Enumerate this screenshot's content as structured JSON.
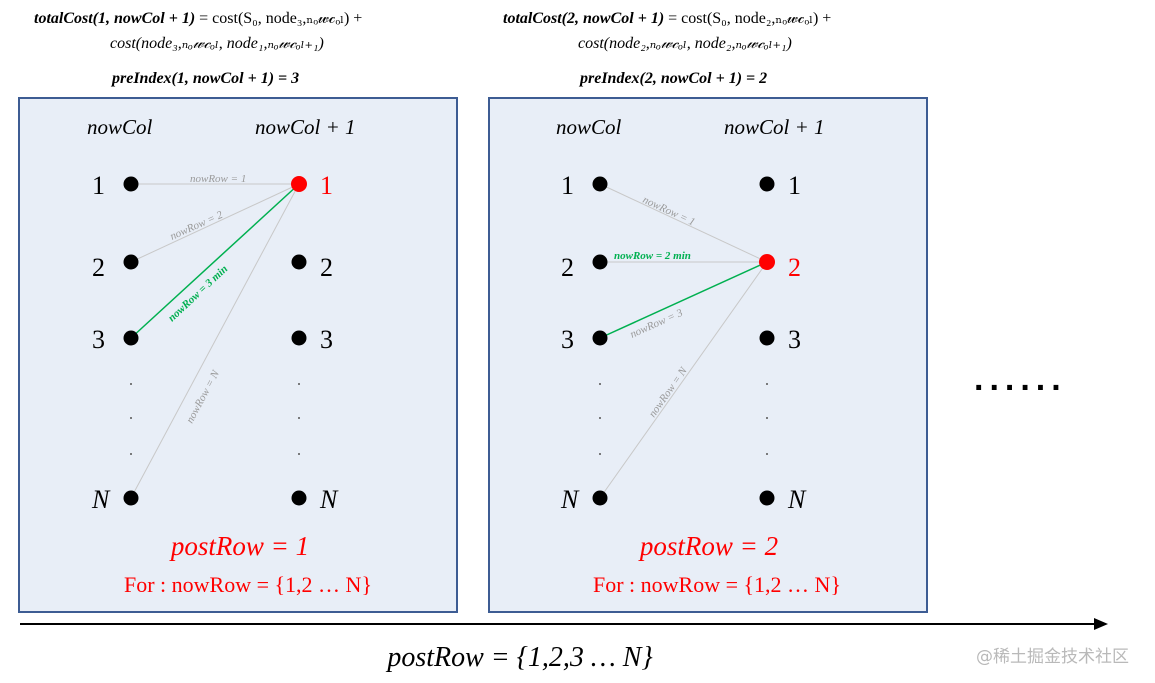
{
  "header": {
    "left": {
      "total_cost_line1_lhs": "totalCost(1, nowCol + 1)",
      "total_cost_line1_rhs": "= cost(S₀, node₃,ₙₒ𝓌𝒸ₒₗ) +",
      "total_cost_line2": "cost(node₃,ₙₒ𝓌𝒸ₒₗ, node₁,ₙₒ𝓌𝒸ₒₗ₊₁)",
      "pre_index": "preIndex(1, nowCol + 1) = 3"
    },
    "right": {
      "total_cost_line1_lhs": "totalCost(2, nowCol + 1)",
      "total_cost_line1_rhs": "= cost(S₀, node₂,ₙₒ𝓌𝒸ₒₗ) +",
      "total_cost_line2": "cost(node₂,ₙₒ𝓌𝒸ₒₗ, node₂,ₙₒ𝓌𝒸ₒₗ₊₁)",
      "pre_index": "preIndex(2, nowCol + 1) = 2"
    }
  },
  "panels": [
    {
      "col_left_label": "nowCol",
      "col_right_label": "nowCol + 1",
      "row_labels": [
        "1",
        "2",
        "3",
        "N"
      ],
      "edge_labels": [
        "nowRow = 1",
        "nowRow = 2",
        "nowRow = 3   min",
        "nowRow = N"
      ],
      "post_row": "postRow = 1",
      "for_text": "For : nowRow = {1,2 … N}"
    },
    {
      "col_left_label": "nowCol",
      "col_right_label": "nowCol + 1",
      "row_labels": [
        "1",
        "2",
        "3",
        "N"
      ],
      "edge_labels": [
        "nowRow = 1",
        "nowRow = 2   min",
        "nowRow = 3",
        "nowRow = N"
      ],
      "post_row": "postRow = 2",
      "for_text": "For : nowRow = {1,2 … N}"
    }
  ],
  "ellipsis": "......",
  "axis_label": "postRow = {1,2,3 … N}",
  "watermark": "@稀土掘金技术社区",
  "colors": {
    "panel_fill": "#e8eef7",
    "panel_border": "#3d5c93",
    "highlight": "#ff0000",
    "min_edge": "#00b050",
    "faint_edge": "#c8c8c8"
  }
}
